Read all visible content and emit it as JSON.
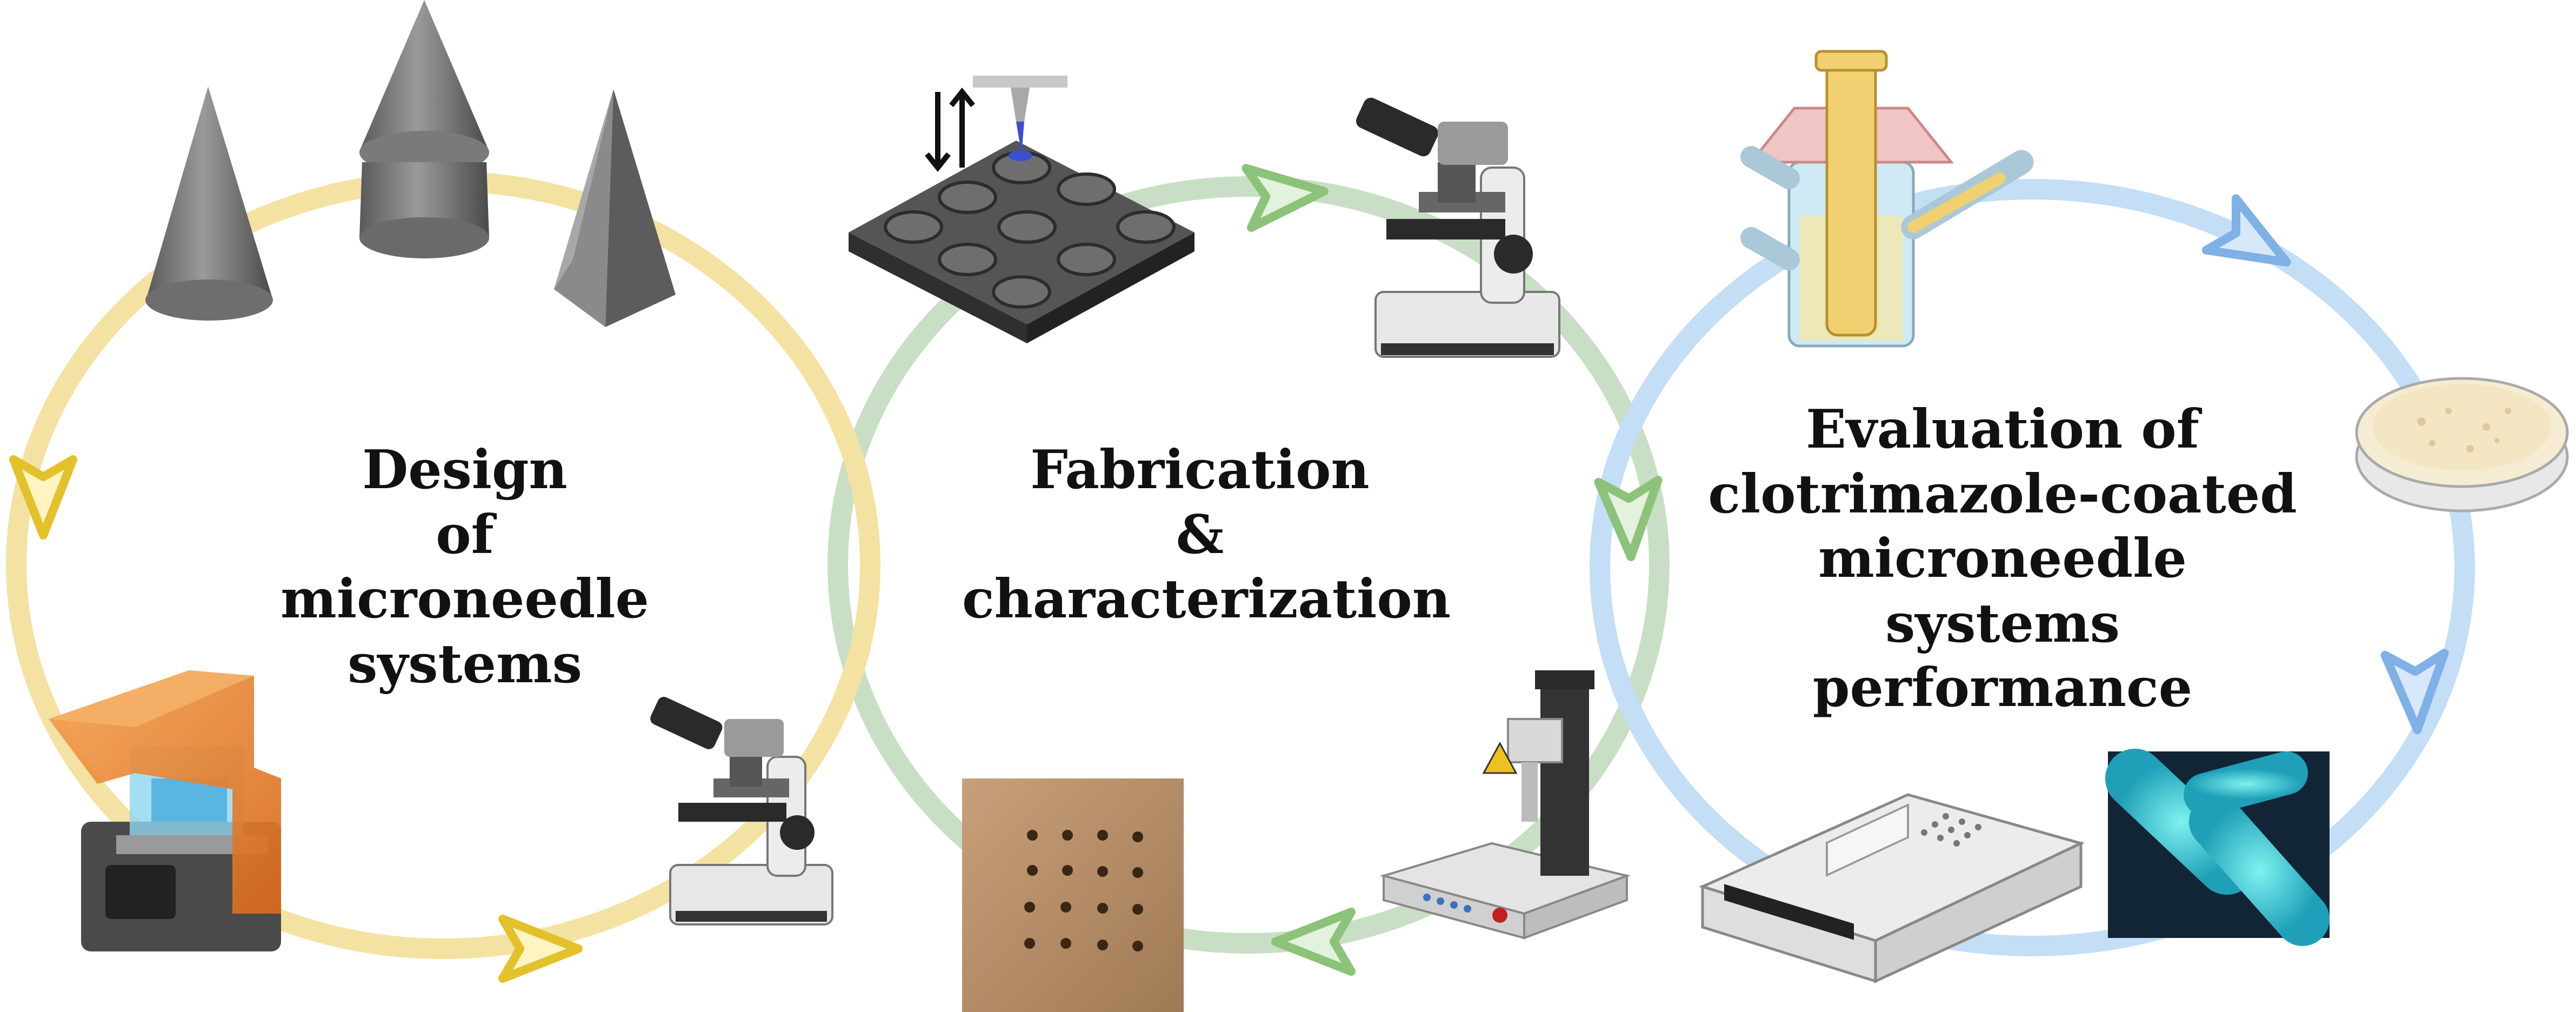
{
  "stages": [
    {
      "id": "design",
      "lines": [
        "Design",
        "of microneedle",
        "systems"
      ],
      "color": "#f2dc8c",
      "arrow_color": "#e3c12a"
    },
    {
      "id": "fabrication",
      "lines": [
        "Fabrication",
        "&",
        "characterization"
      ],
      "color": "#bfd9bc",
      "arrow_color": "#8cc27a"
    },
    {
      "id": "evaluation",
      "lines": [
        "Evaluation of",
        "clotrimazole-coated",
        "microneedle systems",
        "performance"
      ],
      "color": "#b7d7f2",
      "arrow_color": "#7fb0e6"
    }
  ],
  "icons": [
    "cone-icon",
    "double-cone-icon",
    "pyramid-icon",
    "3d-printer-icon",
    "microscope-icon",
    "well-plate-icon",
    "microscope-icon",
    "texture-analyzer-icon",
    "skin-sample-photo-icon",
    "franz-cell-icon",
    "petri-dish-icon",
    "plate-reader-icon",
    "bacteria-image-icon"
  ]
}
